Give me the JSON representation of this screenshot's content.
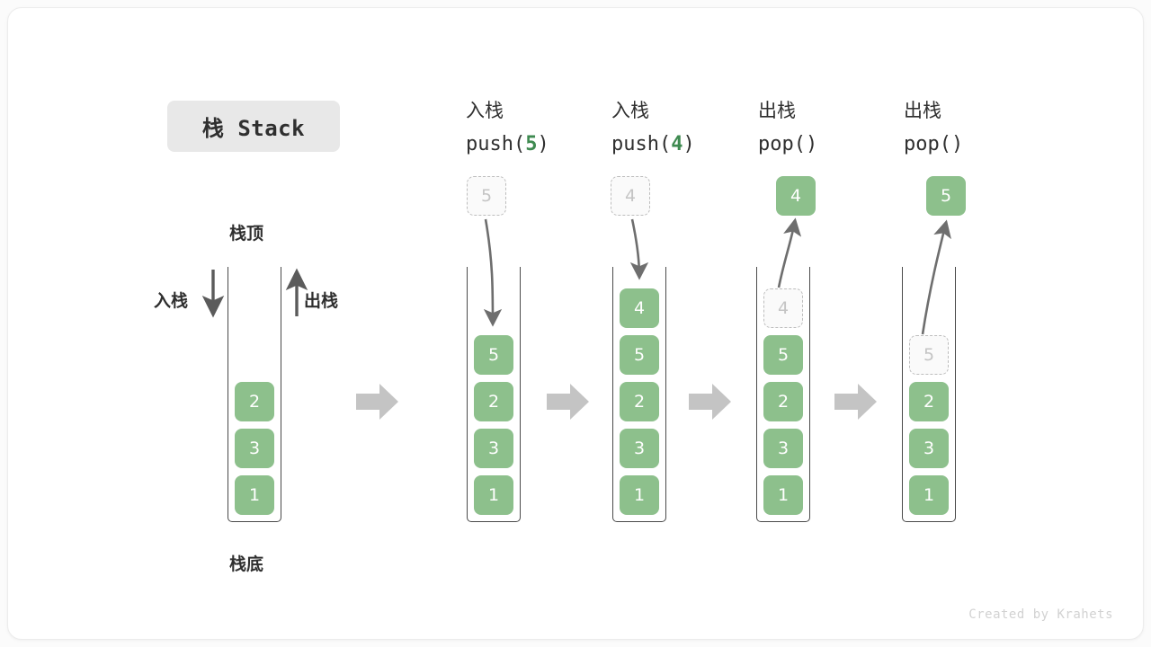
{
  "title": "栈 Stack",
  "watermark": "Created by Krahets",
  "colors": {
    "element_fill": "#8dc08c",
    "element_text": "#ffffff",
    "ghost_border": "#bdbdbd",
    "ghost_text": "#c4c4c4",
    "accent_green": "#3e8a50",
    "arrow_gray": "#6e6e6e",
    "step_arrow_gray": "#c4c4c4",
    "title_pill_bg": "#e8e8e8"
  },
  "labels": {
    "top": "栈顶",
    "bottom": "栈底",
    "push": "入栈",
    "pop": "出栈"
  },
  "steps": [
    {
      "id": "initial",
      "caption_cjk": "",
      "caption_code": "",
      "caption_arg": "",
      "elements": [
        "2",
        "3",
        "1"
      ],
      "ghost": null,
      "floating": null
    },
    {
      "id": "push-5",
      "caption_cjk": "入栈",
      "caption_code_pre": "push(",
      "caption_arg": "5",
      "caption_code_post": ")",
      "elements": [
        "5",
        "2",
        "3",
        "1"
      ],
      "ghost": {
        "value": "5",
        "position": "above"
      },
      "floating": null
    },
    {
      "id": "push-4",
      "caption_cjk": "入栈",
      "caption_code_pre": "push(",
      "caption_arg": "4",
      "caption_code_post": ")",
      "elements": [
        "4",
        "5",
        "2",
        "3",
        "1"
      ],
      "ghost": {
        "value": "4",
        "position": "above"
      },
      "floating": null
    },
    {
      "id": "pop-4",
      "caption_cjk": "出栈",
      "caption_code_pre": "pop(",
      "caption_arg": "",
      "caption_code_post": ")",
      "elements": [
        "5",
        "2",
        "3",
        "1"
      ],
      "ghost": {
        "value": "4",
        "position": "in-stack-top"
      },
      "floating": {
        "value": "4"
      }
    },
    {
      "id": "pop-5",
      "caption_cjk": "出栈",
      "caption_code_pre": "pop(",
      "caption_arg": "",
      "caption_code_post": ")",
      "elements": [
        "2",
        "3",
        "1"
      ],
      "ghost": {
        "value": "5",
        "position": "in-stack-top"
      },
      "floating": {
        "value": "5"
      }
    }
  ],
  "step_arrows": 4,
  "captions": {
    "s1_cjk": "入栈",
    "s1_code_pre": "push(",
    "s1_arg": "5",
    "s1_code_post": ")",
    "s2_cjk": "入栈",
    "s2_code_pre": "push(",
    "s2_arg": "4",
    "s2_code_post": ")",
    "s3_cjk": "出栈",
    "s3_code": "pop()",
    "s4_cjk": "出栈",
    "s4_code": "pop()"
  },
  "cells": {
    "s0": [
      "2",
      "3",
      "1"
    ],
    "s1": [
      "5",
      "2",
      "3",
      "1"
    ],
    "s2": [
      "4",
      "5",
      "2",
      "3",
      "1"
    ],
    "s3": [
      "5",
      "2",
      "3",
      "1"
    ],
    "s4": [
      "2",
      "3",
      "1"
    ],
    "g1": "5",
    "g2": "4",
    "g3": "4",
    "g4": "5",
    "f3": "4",
    "f4": "5"
  }
}
